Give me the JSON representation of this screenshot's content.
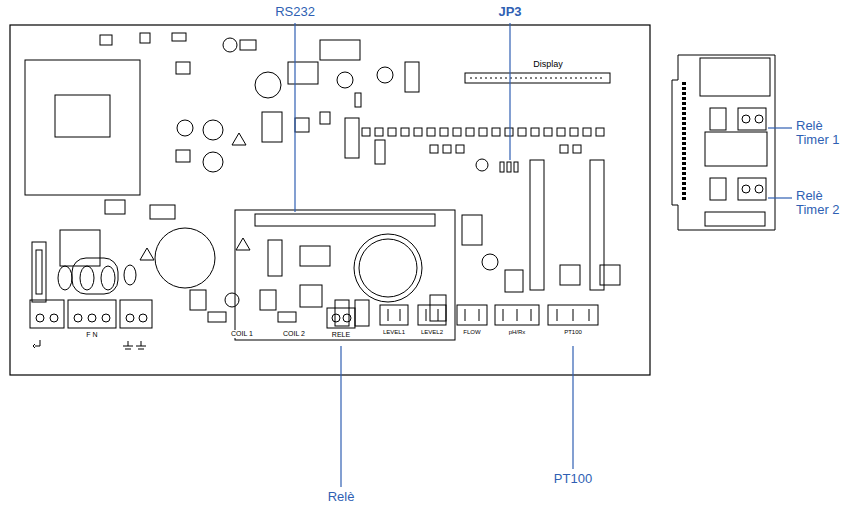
{
  "diagram": {
    "labels": [
      "RS232",
      "JP3",
      "Display",
      "Relè Timer 1",
      "Relè Timer 2",
      "F N",
      "COIL 1",
      "COIL 2",
      "RELE",
      "LEVEL1",
      "LEVEL2",
      "FLOW",
      "pH/Rx",
      "PT100",
      "Relè",
      "PT100"
    ]
  }
}
